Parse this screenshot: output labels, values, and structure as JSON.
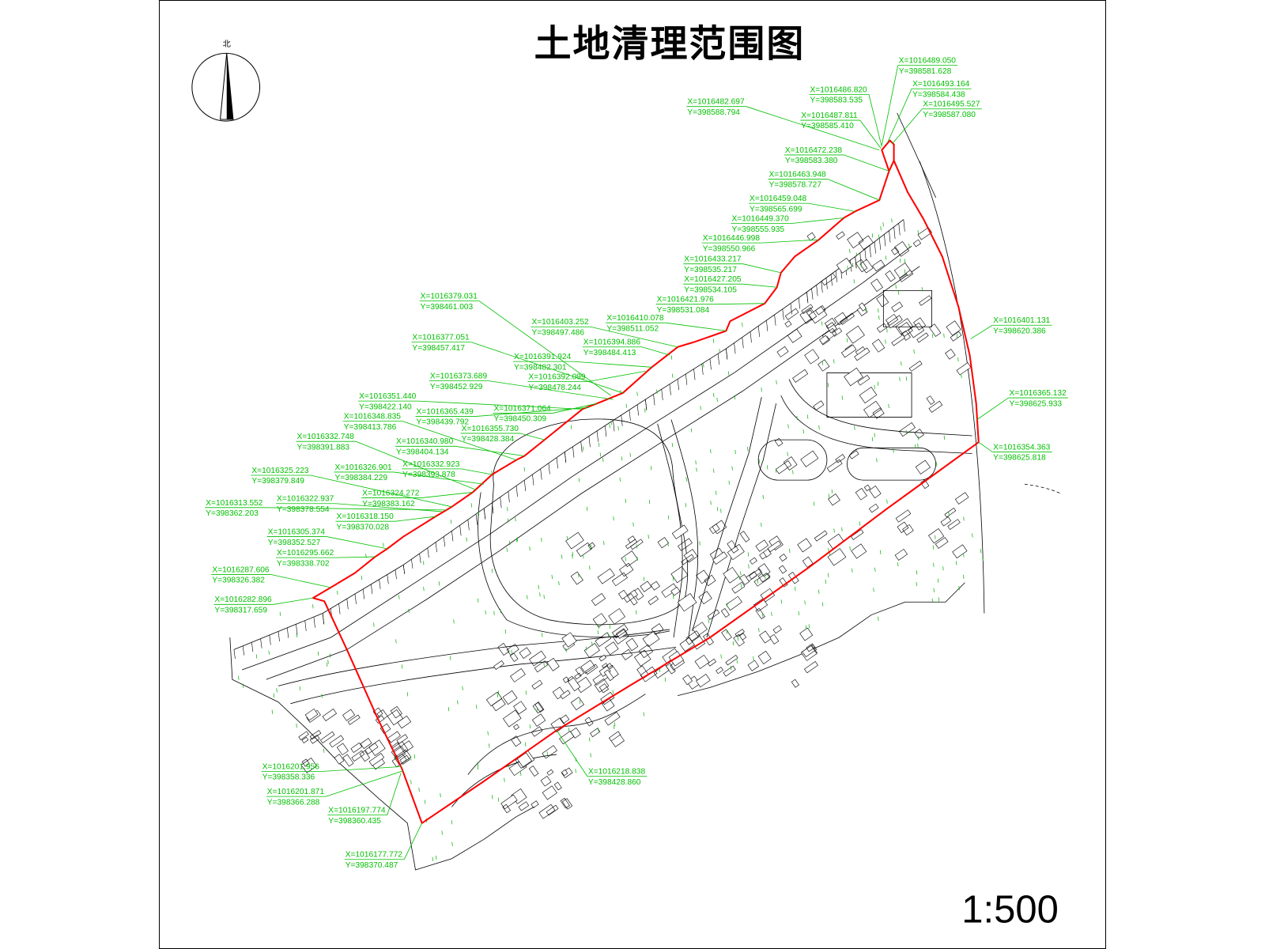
{
  "title": "土地清理范围图",
  "north_label": "北",
  "scale": "1:500",
  "colors": {
    "boundary": "#ff0000",
    "coordinate_label": "#00c000",
    "map_lines": "#000000",
    "vegetation": "#00b000"
  },
  "coordinate_points": [
    {
      "x": "X=1016489.050",
      "y": "Y=398581.628"
    },
    {
      "x": "X=1016486.820",
      "y": "Y=398583.535"
    },
    {
      "x": "X=1016493.164",
      "y": "Y=398584.438"
    },
    {
      "x": "X=1016495.527",
      "y": "Y=398587.080"
    },
    {
      "x": "X=1016482.697",
      "y": "Y=398588.794"
    },
    {
      "x": "X=1016487.811",
      "y": "Y=398585.410"
    },
    {
      "x": "X=1016472.238",
      "y": "Y=398583.380"
    },
    {
      "x": "X=1016463.948",
      "y": "Y=398578.727"
    },
    {
      "x": "X=1016459.048",
      "y": "Y=398565.699"
    },
    {
      "x": "X=1016449.370",
      "y": "Y=398555.935"
    },
    {
      "x": "X=1016446.998",
      "y": "Y=398550.966"
    },
    {
      "x": "X=1016433.217",
      "y": "Y=398535.217"
    },
    {
      "x": "X=1016427.205",
      "y": "Y=398534.105"
    },
    {
      "x": "X=1016421.976",
      "y": "Y=398531.084"
    },
    {
      "x": "X=1016379.031",
      "y": "Y=398461.003"
    },
    {
      "x": "X=1016410.078",
      "y": "Y=398511.052"
    },
    {
      "x": "X=1016403.252",
      "y": "Y=398497.486"
    },
    {
      "x": "X=1016377.051",
      "y": "Y=398457.417"
    },
    {
      "x": "X=1016394.886",
      "y": "Y=398484.413"
    },
    {
      "x": "X=1016391.924",
      "y": "Y=398482.301"
    },
    {
      "x": "X=1016392.099",
      "y": "Y=398478.244"
    },
    {
      "x": "X=1016373.689",
      "y": "Y=398452.929"
    },
    {
      "x": "X=1016351.440",
      "y": "Y=398422.140"
    },
    {
      "x": "X=1016371.064",
      "y": "Y=398450.309"
    },
    {
      "x": "X=1016365.439",
      "y": "Y=398439.792"
    },
    {
      "x": "X=1016348.835",
      "y": "Y=398413.786"
    },
    {
      "x": "X=1016355.730",
      "y": "Y=398428.384"
    },
    {
      "x": "X=1016332.748",
      "y": "Y=398391.883"
    },
    {
      "x": "X=1016340.980",
      "y": "Y=398404.134"
    },
    {
      "x": "X=1016332.923",
      "y": "Y=398393.878"
    },
    {
      "x": "X=1016326.901",
      "y": "Y=398384.229"
    },
    {
      "x": "X=1016325.223",
      "y": "Y=398379.849"
    },
    {
      "x": "X=1016313.552",
      "y": "Y=398362.203"
    },
    {
      "x": "X=1016322.937",
      "y": "Y=398378.554"
    },
    {
      "x": "X=1016324.272",
      "y": "Y=398383.162"
    },
    {
      "x": "X=1016318.150",
      "y": "Y=398370.028"
    },
    {
      "x": "X=1016305.374",
      "y": "Y=398352.527"
    },
    {
      "x": "X=1016295.662",
      "y": "Y=398338.702"
    },
    {
      "x": "X=1016287.606",
      "y": "Y=398326.382"
    },
    {
      "x": "X=1016282.896",
      "y": "Y=398317.659"
    },
    {
      "x": "X=1016401.131",
      "y": "Y=398620.386"
    },
    {
      "x": "X=1016365.132",
      "y": "Y=398625.933"
    },
    {
      "x": "X=1016354.363",
      "y": "Y=398625.818"
    },
    {
      "x": "X=1016218.838",
      "y": "Y=398428.860"
    },
    {
      "x": "X=1016201.956",
      "y": "Y=398358.336"
    },
    {
      "x": "X=1016201.871",
      "y": "Y=398366.288"
    },
    {
      "x": "X=1016197.774",
      "y": "Y=398360.435"
    },
    {
      "x": "X=1016177.772",
      "y": "Y=398370.487"
    }
  ]
}
